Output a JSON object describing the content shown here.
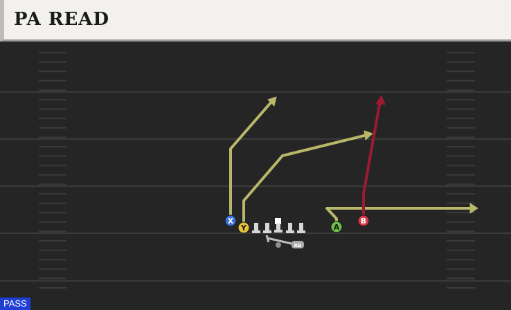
{
  "play": {
    "title": "PA READ",
    "tag": "PASS"
  },
  "colors": {
    "route_primary": "#b9b769",
    "route_hot": "#9b1b30",
    "x": "#3a6fd8",
    "y": "#e8c33a",
    "a": "#6cc04a",
    "b": "#d23a46",
    "lineman": "#d7d7d7"
  },
  "receivers": [
    {
      "id": "X",
      "label": "X",
      "color": "#3a6fd8"
    },
    {
      "id": "Y",
      "label": "Y",
      "color": "#e8c33a"
    },
    {
      "id": "A",
      "label": "A",
      "color": "#6cc04a"
    },
    {
      "id": "B",
      "label": "B",
      "color": "#d23a46"
    }
  ],
  "backs": {
    "rb_label": "RB"
  }
}
